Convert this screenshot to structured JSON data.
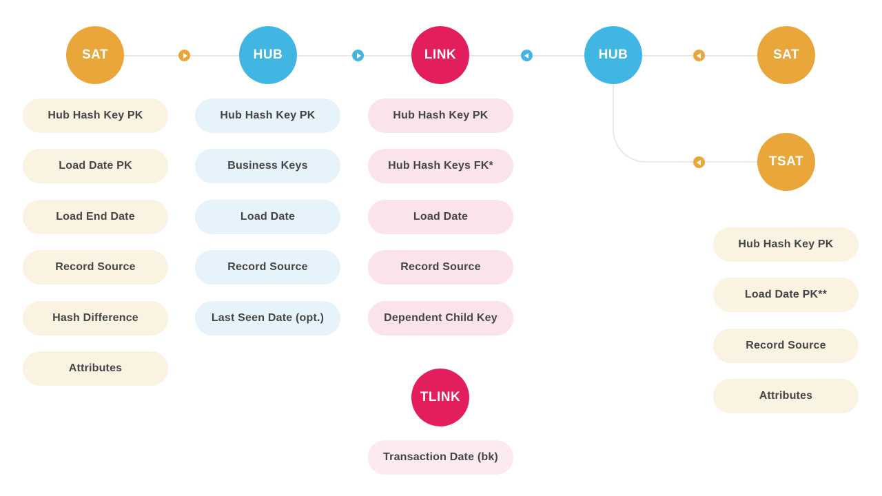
{
  "nodes": {
    "sat_left": {
      "label": "SAT",
      "color": "#e9a63b"
    },
    "hub_left": {
      "label": "HUB",
      "color": "#41b6e3"
    },
    "link": {
      "label": "LINK",
      "color": "#e21f5c"
    },
    "hub_right": {
      "label": "HUB",
      "color": "#41b6e3"
    },
    "sat_right": {
      "label": "SAT",
      "color": "#e9a63b"
    },
    "tsat": {
      "label": "TSAT",
      "color": "#e9a63b"
    },
    "tlink": {
      "label": "TLINK",
      "color": "#e21f5c"
    }
  },
  "attributes": {
    "sat_left": [
      "Hub Hash Key PK",
      "Load Date PK",
      "Load End Date",
      "Record Source",
      "Hash Difference",
      "Attributes"
    ],
    "hub_left": [
      "Hub Hash Key PK",
      "Business Keys",
      "Load Date",
      "Record Source",
      "Last Seen Date (opt.)"
    ],
    "link": [
      "Hub Hash Key PK",
      "Hub Hash Keys FK*",
      "Load Date",
      "Record Source",
      "Dependent Child Key"
    ],
    "tsat": [
      "Hub Hash Key PK",
      "Load Date PK**",
      "Record Source",
      "Attributes"
    ],
    "tlink": [
      "Transaction Date (bk)"
    ]
  },
  "connectors": [
    {
      "from": "SAT",
      "to": "HUB",
      "icon": "play-right-icon",
      "color": "#e9a63b"
    },
    {
      "from": "HUB",
      "to": "LINK",
      "icon": "play-right-icon",
      "color": "#41b6e3"
    },
    {
      "from": "HUB",
      "to": "LINK",
      "icon": "play-left-icon",
      "color": "#41b6e3"
    },
    {
      "from": "SAT",
      "to": "HUB",
      "icon": "play-left-icon",
      "color": "#e9a63b"
    },
    {
      "from": "TSAT",
      "to": "HUB",
      "icon": "play-left-icon",
      "color": "#e9a63b"
    }
  ],
  "colors": {
    "sat": "#e9a63b",
    "hub": "#41b6e3",
    "link": "#e21f5c",
    "sat_pill": "#faf3e2",
    "hub_pill": "#e6f3fb",
    "link_pill": "#fae3ec",
    "tlink_pill": "#fbeaf1",
    "line": "#e9e9e9",
    "pill_text": "#454545",
    "background": "#ffffff"
  }
}
